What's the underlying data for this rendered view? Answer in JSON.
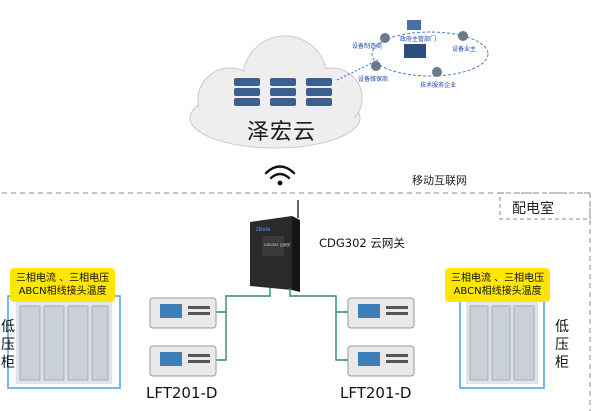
{
  "cloud": {
    "label": "泽宏云"
  },
  "stakeholders": [
    {
      "label": "设备制造商"
    },
    {
      "label": "政府主管部门"
    },
    {
      "label": "设备业主"
    },
    {
      "label": "设备维保商"
    },
    {
      "label": "技术服务企业"
    }
  ],
  "network": {
    "label": "移动互联网"
  },
  "room": {
    "label": "配电室"
  },
  "gateway": {
    "label": "CDG302 云网关",
    "brand": "ZERUN",
    "screen_text": "CDG302 云网关"
  },
  "devices": {
    "left_label": "LFT201-D",
    "right_label": "LFT201-D"
  },
  "left_cabinet": {
    "tag_line1": "三相电流 、三相电压",
    "tag_line2": "ABCN相线接头温度",
    "side_label": [
      "低",
      "压",
      "柜"
    ]
  },
  "right_cabinet": {
    "tag_line1": "三相电流 、三相电压",
    "tag_line2": "ABCN相线接头温度",
    "side_label": [
      "低",
      "压",
      "柜"
    ]
  },
  "colors": {
    "accent_line": "#2e8b57",
    "cloud_fill": "#f0f0f0",
    "tag": "#ffe600",
    "frame": "#4aa3df"
  }
}
